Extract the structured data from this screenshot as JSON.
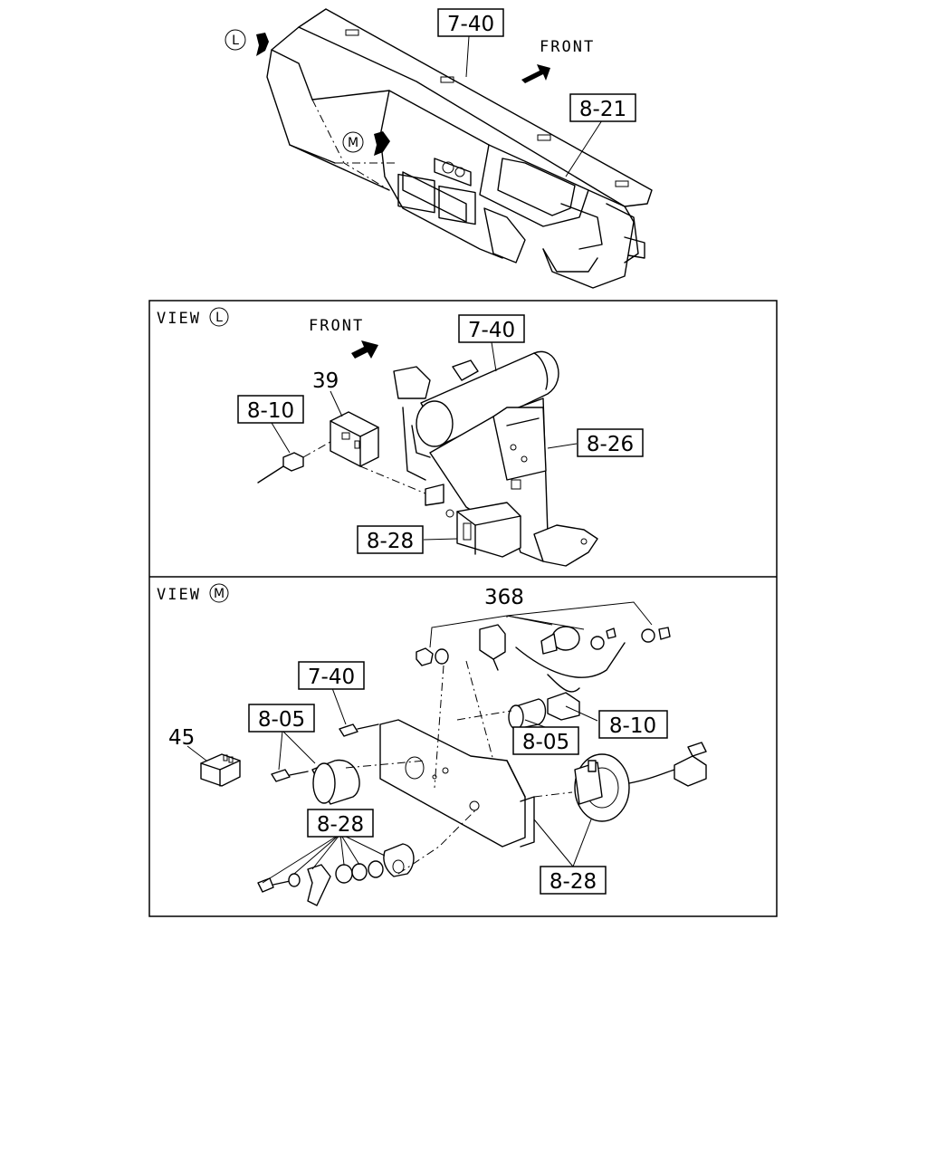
{
  "overview": {
    "callouts": [
      "7-40",
      "8-21"
    ],
    "front_label": "FRONT",
    "view_markers": [
      "L",
      "M"
    ]
  },
  "view_l": {
    "title": "VIEW",
    "marker": "L",
    "front_label": "FRONT",
    "item_numbers": [
      "39"
    ],
    "callouts": [
      "7-40",
      "8-10",
      "8-26",
      "8-28"
    ]
  },
  "view_m": {
    "title": "VIEW",
    "marker": "M",
    "item_numbers": [
      "368",
      "45"
    ],
    "callouts": [
      "7-40",
      "8-05",
      "8-10",
      "8-05",
      "8-28",
      "8-28"
    ]
  },
  "colors": {
    "line": "#000000",
    "background": "#ffffff"
  }
}
